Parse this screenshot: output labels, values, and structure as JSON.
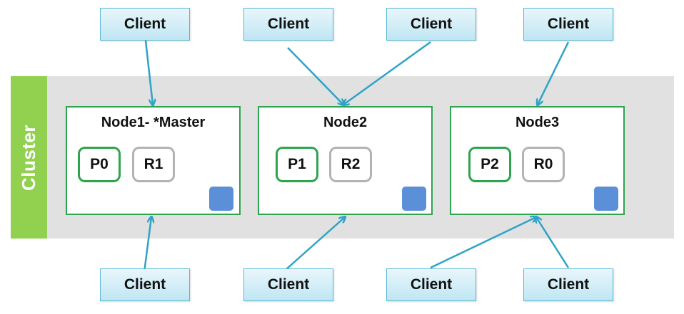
{
  "cluster": {
    "label": "Cluster"
  },
  "clients": {
    "top": [
      "Client",
      "Client",
      "Client",
      "Client"
    ],
    "bottom": [
      "Client",
      "Client",
      "Client",
      "Client"
    ]
  },
  "nodes": [
    {
      "title": "Node1- *Master",
      "primary": "P0",
      "replica": "R1"
    },
    {
      "title": "Node2",
      "primary": "P1",
      "replica": "R2"
    },
    {
      "title": "Node3",
      "primary": "P2",
      "replica": "R0"
    }
  ],
  "colors": {
    "cluster_band": "#e1e1e1",
    "cluster_tab": "#92d050",
    "node_border": "#2ea44f",
    "primary_border": "#2ea44f",
    "replica_border": "#b3b3b3",
    "storage": "#5b8fd8",
    "arrow": "#2ea3c6",
    "client_fill": "#cdebf6"
  }
}
